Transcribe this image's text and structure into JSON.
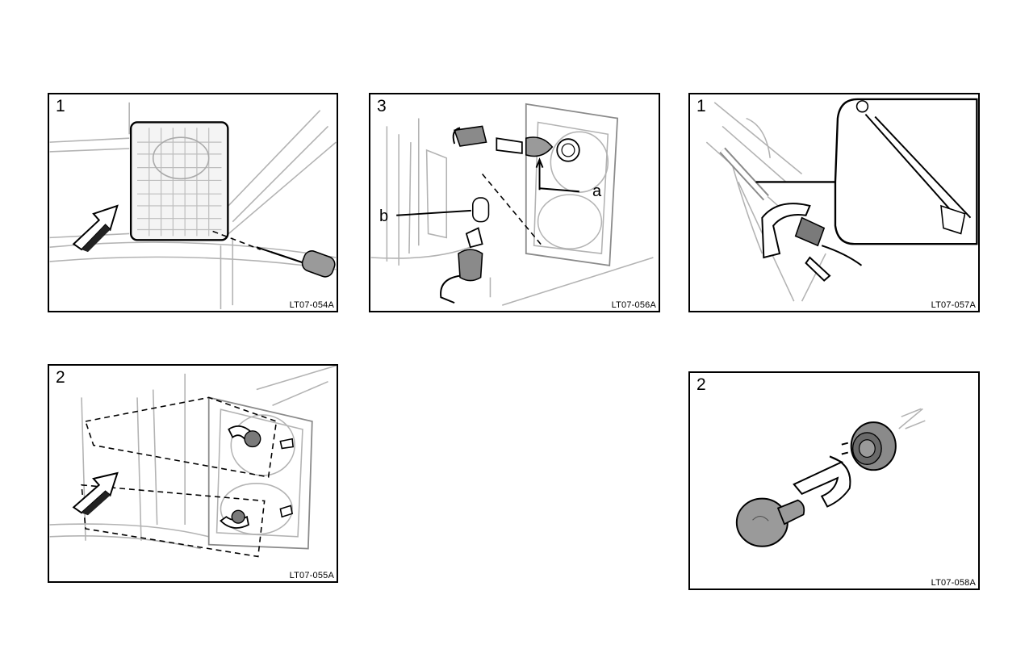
{
  "panels": [
    {
      "step": "1",
      "code": "LT07-054A"
    },
    {
      "step": "3",
      "code": "LT07-056A",
      "callouts": {
        "a": "a",
        "b": "b"
      }
    },
    {
      "step": "1",
      "code": "LT07-057A"
    },
    {
      "step": "2",
      "code": "LT07-055A"
    },
    {
      "step": "2",
      "code": "LT07-058A"
    }
  ]
}
